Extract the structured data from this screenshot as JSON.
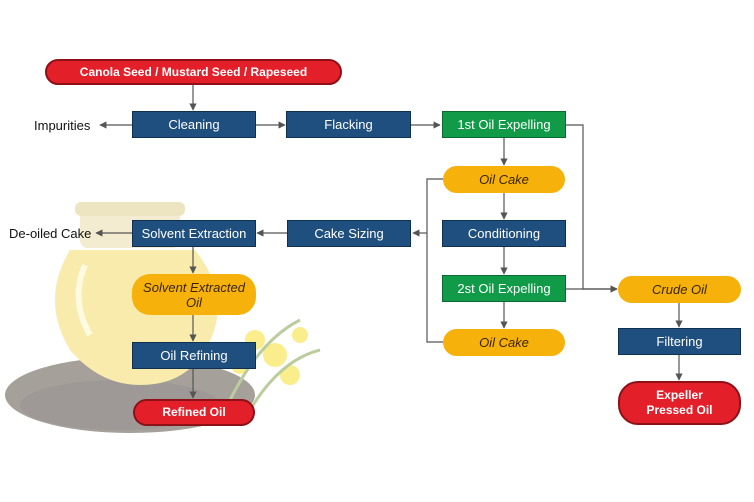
{
  "colors": {
    "red": "#e3202a",
    "blue": "#1f4f7f",
    "green": "#119a48",
    "orange": "#f6b20a",
    "arrow": "#555555"
  },
  "nodes": {
    "canola_seed": "Canola  Seed / Mustard Seed / Rapeseed",
    "impurities": "Impurities",
    "cleaning": "Cleaning",
    "flacking": "Flacking",
    "first_expelling": "1st Oil Expelling",
    "oil_cake_1": "Oil Cake",
    "conditioning": "Conditioning",
    "second_expelling": "2st Oil Expelling",
    "oil_cake_2": "Oil Cake",
    "cake_sizing": "Cake Sizing",
    "solvent_extraction": "Solvent Extraction",
    "deoiled_cake": "De-oiled Cake",
    "solvent_oil_line1": "Solvent Extracted",
    "solvent_oil_line2": "Oil",
    "oil_refining": "Oil Refining",
    "refined_oil": "Refined Oil",
    "crude_oil": "Crude Oil",
    "filtering": "Filtering",
    "expeller_line1": "Expeller",
    "expeller_line2": "Pressed  Oil"
  }
}
